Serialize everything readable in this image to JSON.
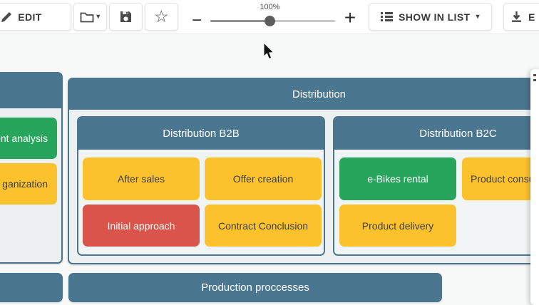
{
  "toolbar": {
    "edit_button": {
      "label": "EDIT",
      "icon": "pencil-icon"
    },
    "folder_button": {
      "icon": "folder-icon",
      "caret": "▾"
    },
    "save_button": {
      "icon": "save-icon"
    },
    "favorite_button": {
      "icon": "star-icon",
      "glyph": "☆"
    },
    "zoom": {
      "level_label": "100%",
      "minus_label": "−",
      "plus_label": "+"
    },
    "show_in_list_button": {
      "label": "SHOW IN LIST",
      "icon": "list-icon",
      "caret": "▾"
    },
    "export_button": {
      "visible_label": "E",
      "icon": "download-icon"
    }
  },
  "diagram": {
    "left_section": {
      "boxes": [
        {
          "label": "ent analysis",
          "color": "green"
        },
        {
          "label": "ganization",
          "color": "yellow"
        }
      ]
    },
    "distribution": {
      "title": "Distribution",
      "subsections": [
        {
          "title": "Distribution B2B",
          "boxes": [
            {
              "label": "After sales",
              "color": "yellow"
            },
            {
              "label": "Offer creation",
              "color": "yellow"
            },
            {
              "label": "Initial approach",
              "color": "red"
            },
            {
              "label": "Contract Conclusion",
              "color": "yellow"
            }
          ]
        },
        {
          "title": "Distribution B2C",
          "boxes": [
            {
              "label": "e-Bikes rental",
              "color": "green"
            },
            {
              "label": "Product consu",
              "color": "yellow",
              "clipped_right": true
            },
            {
              "label": "Product delivery",
              "color": "yellow"
            }
          ]
        }
      ]
    },
    "production_section": {
      "title": "Production proccesses"
    }
  },
  "colors": {
    "section_header_blue": "#4a768f",
    "box_green": "#28a55c",
    "box_yellow": "#fbc22d",
    "box_red": "#d9544a",
    "container_fill": "#edf0f0",
    "canvas_background": "#f7f8f8",
    "toolbar_background": "#ffffff"
  }
}
